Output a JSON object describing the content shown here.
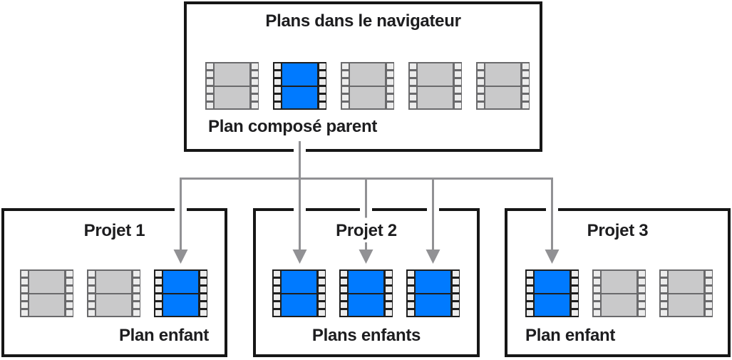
{
  "diagram": {
    "browser": {
      "title": "Plans dans le navigateur",
      "label": "Plan composé parent",
      "clips": [
        "gray",
        "blue",
        "gray",
        "gray",
        "gray"
      ]
    },
    "projects": [
      {
        "title": "Projet 1",
        "label": "Plan enfant",
        "clips": [
          "gray",
          "gray",
          "blue"
        ]
      },
      {
        "title": "Projet 2",
        "label": "Plans enfants",
        "clips": [
          "blue",
          "blue",
          "blue"
        ]
      },
      {
        "title": "Projet 3",
        "label": "Plan enfant",
        "clips": [
          "blue",
          "gray",
          "gray"
        ]
      }
    ],
    "connections": [
      {
        "from": "plan-compose-parent",
        "to": "projet-1-clip-3"
      },
      {
        "from": "plan-compose-parent",
        "to": "projet-2-clip-1"
      },
      {
        "from": "plan-compose-parent",
        "to": "projet-2-clip-2"
      },
      {
        "from": "plan-compose-parent",
        "to": "projet-2-clip-3"
      },
      {
        "from": "plan-compose-parent",
        "to": "projet-3-clip-1"
      }
    ],
    "colors": {
      "clip_blue": "#007aff",
      "clip_gray": "#c9c9ca",
      "strip_gray": "#6a6a6c",
      "strip_dark": "#1e1e1e",
      "sprocket": "#ececec",
      "arrow": "#919194",
      "border": "#161616",
      "text": "#1d1d1f",
      "background": "#ffffff"
    }
  }
}
